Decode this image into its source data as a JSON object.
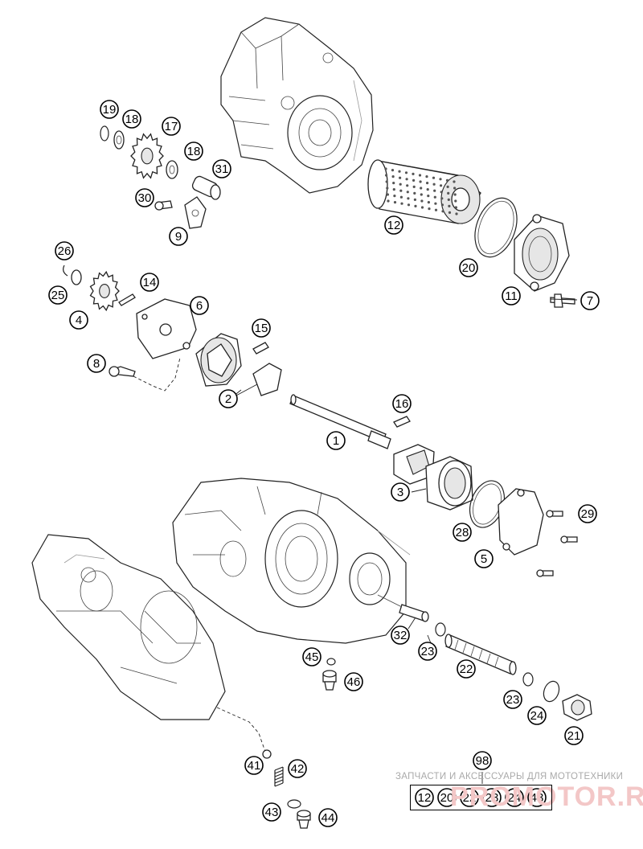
{
  "watermark": {
    "caption": "ЗАПЧАСТИ И АКСЕССУАРЫ ДЛЯ МОТОТЕХНИКИ",
    "logo": "PROMOTOR.RU"
  },
  "callouts": [
    {
      "num": "19"
    },
    {
      "num": "18"
    },
    {
      "num": "17"
    },
    {
      "num": "18"
    },
    {
      "num": "31"
    },
    {
      "num": "30"
    },
    {
      "num": "9"
    },
    {
      "num": "12"
    },
    {
      "num": "20"
    },
    {
      "num": "11"
    },
    {
      "num": "7"
    },
    {
      "num": "26"
    },
    {
      "num": "25"
    },
    {
      "num": "14"
    },
    {
      "num": "6"
    },
    {
      "num": "4"
    },
    {
      "num": "15"
    },
    {
      "num": "8"
    },
    {
      "num": "2"
    },
    {
      "num": "16"
    },
    {
      "num": "1"
    },
    {
      "num": "3"
    },
    {
      "num": "29"
    },
    {
      "num": "28"
    },
    {
      "num": "5"
    },
    {
      "num": "32"
    },
    {
      "num": "23"
    },
    {
      "num": "22"
    },
    {
      "num": "45"
    },
    {
      "num": "46"
    },
    {
      "num": "23"
    },
    {
      "num": "24"
    },
    {
      "num": "21"
    },
    {
      "num": "41"
    },
    {
      "num": "42"
    },
    {
      "num": "43"
    },
    {
      "num": "44"
    },
    {
      "num": "98"
    }
  ],
  "kit": {
    "items": [
      "12",
      "20",
      "22",
      "23",
      "24",
      "43"
    ]
  }
}
